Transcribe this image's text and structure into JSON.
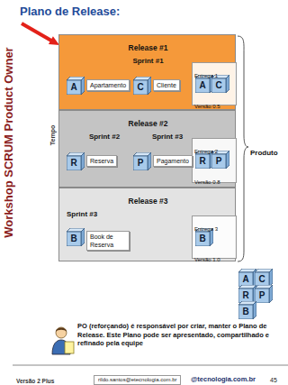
{
  "diagram": {
    "title": "Plano de Release:",
    "nodes": [
      {
        "text": [
          "Release #1",
          "Sprint #1",
          "Entrega 1",
          "Versão 0.5"
        ]
      },
      {
        "text": [
          "A",
          "Apartamento"
        ],
        "in": 0
      },
      {
        "text": [
          "C",
          "Cliente"
        ],
        "in": 0
      },
      {
        "text": [
          "A"
        ],
        "in": 0
      },
      {
        "text": [
          "C"
        ],
        "in": 0
      },
      {
        "text": [
          "Release #2",
          "Sprint #2",
          "Sprint #3",
          "Entrega 2",
          "Versão 0.8"
        ]
      },
      {
        "text": [
          "R",
          "Reserva"
        ],
        "in": 5
      },
      {
        "text": [
          "P",
          "Pagamento"
        ],
        "in": 5
      },
      {
        "text": [
          "R"
        ],
        "in": 5
      },
      {
        "text": [
          "P"
        ],
        "in": 5
      },
      {
        "text": [
          "Release #3",
          "Sprint #3",
          "Entrega 3",
          "Versão 1.0"
        ]
      },
      {
        "text": [
          "B",
          "Book de Reserva"
        ],
        "in": 10
      },
      {
        "text": [
          "B"
        ],
        "in": 10
      },
      {
        "text": [
          "A"
        ]
      },
      {
        "text": [
          "C"
        ]
      },
      {
        "text": [
          "R"
        ]
      },
      {
        "text": [
          "P"
        ]
      },
      {
        "text": [
          "B"
        ]
      }
    ],
    "labels": [
      "Workshop SCRUM Product Owner",
      "Tempo",
      "Produto",
      "PO (reforçando) é responsável por criar, manter o Plano de Release. Este Plano pode ser apresentado, compartilhado e refinado pela equipe",
      "Versão 2 Plus",
      "rildo.santos@etecnologia.com.br",
      "@tecnologia.com.br",
      "45"
    ]
  }
}
